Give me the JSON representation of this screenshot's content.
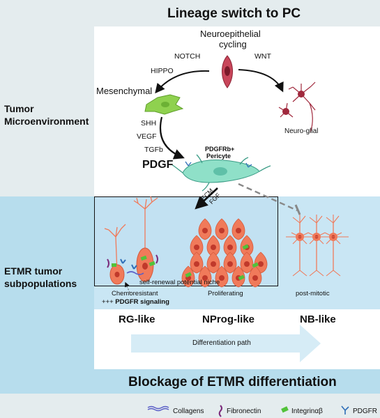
{
  "title_top": "Lineage switch to PC",
  "title_bottom": "Blockage of ETMR differentiation",
  "side_labels": {
    "tumor_micro_line1": "Tumor",
    "tumor_micro_line2": "Microenvironment",
    "etmr_line1": "ETMR tumor",
    "etmr_line2": "subpopulations"
  },
  "cells": {
    "neuroepithelial_line1": "Neuroepithelial",
    "neuroepithelial_line2": "cycling",
    "mesenchymal": "Mesenchymal",
    "neuro_glial": "Neuro-glial",
    "pericyte_line1": "PDGFRb+",
    "pericyte_line2": "Pericyte"
  },
  "signals": {
    "notch": "NOTCH",
    "hippo": "HIPPO",
    "wnt": "WNT",
    "shh": "SHH",
    "vegf": "VEGF",
    "tgfb": "TGFb",
    "pdgf": "PDGF",
    "ecm": "ECM",
    "fgf": "FGF"
  },
  "niche_label": "self-renewal potential niche",
  "subpopulations": [
    {
      "state_line1": "Chemoresistant",
      "state_line2_prefix": "+++",
      "state_line2_bold": "PDGFR signaling",
      "name": "RG-like"
    },
    {
      "state_line1": "Proliferating",
      "name": "NProg-like"
    },
    {
      "state_line1": "post-mitotic",
      "name": "NB-like"
    }
  ],
  "differentiation_path": "Differentiation path",
  "legend": [
    {
      "label": "Collagens",
      "icon": "collagen-icon",
      "color": "#5b5fc7"
    },
    {
      "label": "Fibronectin",
      "icon": "fibronectin-icon",
      "color": "#7a2a7a"
    },
    {
      "label": "Integrinαβ",
      "icon": "integrin-icon",
      "color": "#52c23a"
    },
    {
      "label": "PDGFR",
      "icon": "pdgfr-icon",
      "color": "#2f6fb8"
    }
  ],
  "colors": {
    "neuron": "#f07a5a",
    "nucleus": "#c0392b",
    "neuroepithelial": "#c8465a",
    "mesenchymal": "#8fd14f",
    "pericyte": "#8fe0c8",
    "neuroglial": "#a0283c"
  }
}
